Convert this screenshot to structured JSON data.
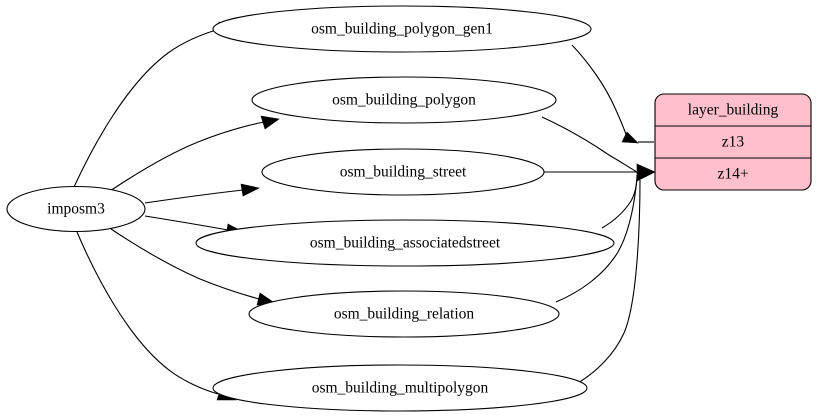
{
  "graph": {
    "type": "directed-graph",
    "background_color": "#ffffff",
    "node_fill_color": "#ffffff",
    "node_stroke_color": "#000000",
    "record_fill_color": "#ffc0cb",
    "edge_color": "#000000",
    "source_node": {
      "id": "imposm3",
      "label": "imposm3",
      "shape": "ellipse"
    },
    "intermediate_nodes": [
      {
        "id": "osm_building_polygon_gen1",
        "label": "osm_building_polygon_gen1",
        "shape": "ellipse"
      },
      {
        "id": "osm_building_polygon",
        "label": "osm_building_polygon",
        "shape": "ellipse"
      },
      {
        "id": "osm_building_street",
        "label": "osm_building_street",
        "shape": "ellipse"
      },
      {
        "id": "osm_building_associatedstreet",
        "label": "osm_building_associatedstreet",
        "shape": "ellipse"
      },
      {
        "id": "osm_building_relation",
        "label": "osm_building_relation",
        "shape": "ellipse"
      },
      {
        "id": "osm_building_multipolygon",
        "label": "osm_building_multipolygon",
        "shape": "ellipse"
      }
    ],
    "target_node": {
      "id": "layer_building",
      "shape": "record",
      "fill_color": "#ffc0cb",
      "rows": [
        {
          "id": "title",
          "label": "layer_building"
        },
        {
          "id": "z13",
          "label": "z13"
        },
        {
          "id": "z14plus",
          "label": "z14+"
        }
      ]
    },
    "edges": [
      {
        "from": "imposm3",
        "to": "osm_building_polygon_gen1"
      },
      {
        "from": "imposm3",
        "to": "osm_building_polygon"
      },
      {
        "from": "imposm3",
        "to": "osm_building_street"
      },
      {
        "from": "imposm3",
        "to": "osm_building_associatedstreet"
      },
      {
        "from": "imposm3",
        "to": "osm_building_relation"
      },
      {
        "from": "imposm3",
        "to": "osm_building_multipolygon"
      },
      {
        "from": "osm_building_polygon_gen1",
        "to": "layer_building:z13"
      },
      {
        "from": "osm_building_polygon",
        "to": "layer_building:z14plus"
      },
      {
        "from": "osm_building_street",
        "to": "layer_building:z14plus"
      },
      {
        "from": "osm_building_associatedstreet",
        "to": "layer_building:z14plus"
      },
      {
        "from": "osm_building_relation",
        "to": "layer_building:z14plus"
      },
      {
        "from": "osm_building_multipolygon",
        "to": "layer_building:z14plus"
      }
    ]
  }
}
